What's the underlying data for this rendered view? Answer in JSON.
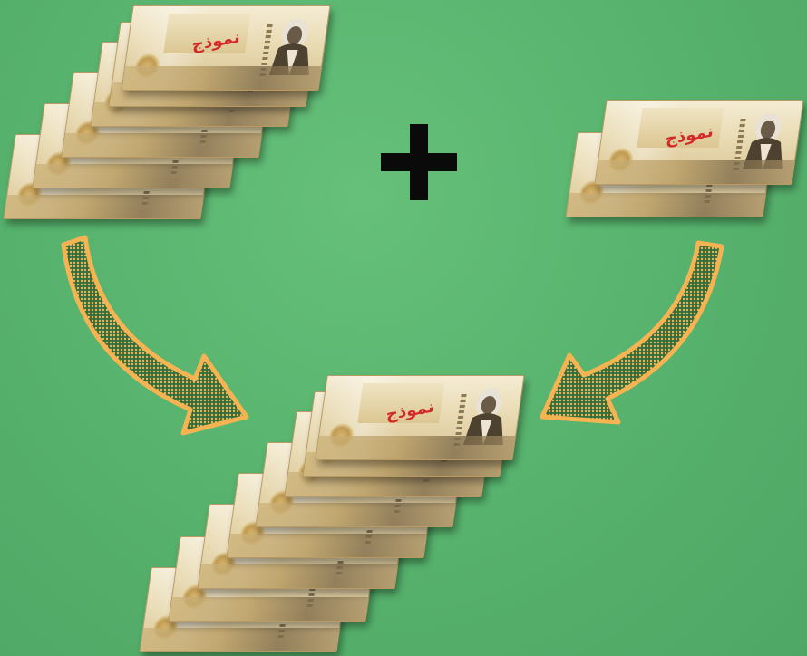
{
  "banknote": {
    "watermark_text": "نموذج",
    "colors": {
      "paper": "#f0e6c8",
      "ink": "#8a7a58",
      "watermark": "#d22a2a"
    }
  },
  "stacks": {
    "top_left": {
      "count": 6
    },
    "top_right": {
      "count": 2
    },
    "bottom": {
      "count": 8
    }
  },
  "operator": {
    "symbol": "plus-icon",
    "color": "#0a0a0a"
  },
  "arrows": {
    "color": "#f6b352",
    "hatch": "#e2a242",
    "icons": [
      "curved-arrow-down-right-icon",
      "curved-arrow-down-left-icon"
    ]
  },
  "background": {
    "color": "#5ab56f"
  }
}
